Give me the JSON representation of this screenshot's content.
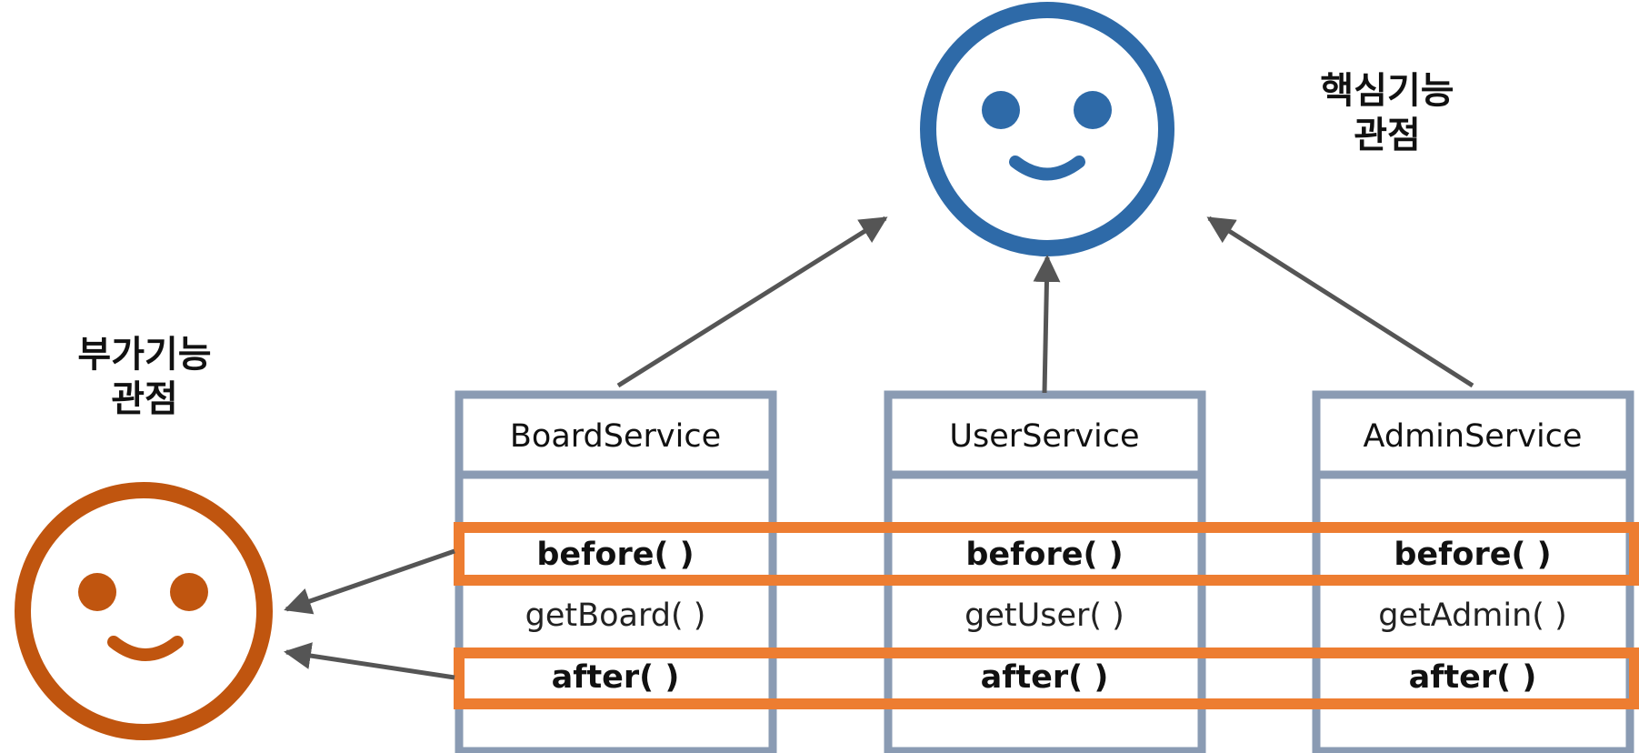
{
  "labels": {
    "core_line1": "핵심기능",
    "core_line2": "관점",
    "aux_line1": "부가기능",
    "aux_line2": "관점"
  },
  "services": [
    {
      "name": "BoardService",
      "before": "before( )",
      "method": "getBoard( )",
      "after": "after( )"
    },
    {
      "name": "UserService",
      "before": "before( )",
      "method": "getUser( )",
      "after": "after( )"
    },
    {
      "name": "AdminService",
      "before": "before( )",
      "method": "getAdmin( )",
      "after": "after( )"
    }
  ],
  "colors": {
    "core_face": "#2e6aa8",
    "aux_face": "#c0550f",
    "box_border": "#8a9bb3",
    "highlight": "#ed7d31",
    "arrow": "#555555"
  }
}
